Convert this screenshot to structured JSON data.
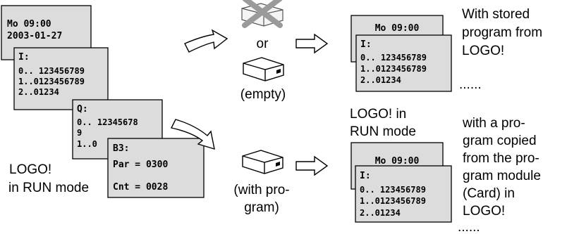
{
  "left_stack": {
    "display1": {
      "line1": "Mo 09:00",
      "line2": "2003-01-27"
    },
    "display2": {
      "line1": "I:",
      "line2": "0.. 123456789",
      "line3": "1..0123456789",
      "line4": "2..01234"
    },
    "display3": {
      "line1": "Q:",
      "line2": "0.. 12345678",
      "line3": "9",
      "line4": "1..0"
    },
    "display4": {
      "line1": "B3:",
      "line2": "Par = 0300",
      "line3": "Cnt = 0028"
    },
    "caption_line1": "LOGO!",
    "caption_line2": "in RUN mode"
  },
  "middle": {
    "or_label": "or",
    "empty_label": "(empty)",
    "with_program_line1": "(with pro-",
    "with_program_line2": "gram)"
  },
  "top_right": {
    "display_title": "Mo 09:00",
    "display_lines": {
      "line1": "I:",
      "line2": "0.. 123456789",
      "line3": "1..0123456789",
      "line4": "2..01234"
    },
    "ellipsis": "......",
    "desc": [
      "With stored",
      "program from",
      "LOGO!"
    ],
    "run_mode": [
      "LOGO! in",
      "RUN mode"
    ]
  },
  "bottom_right": {
    "display_title": "Mo 09:00",
    "display_lines": {
      "line1": "I:",
      "line2": "0.. 123456789",
      "line3": "1..0123456789",
      "line4": "2..01234"
    },
    "ellipsis": "......",
    "desc": [
      "with a pro-",
      "gram copied",
      "from the pro-",
      "gram module",
      "(Card) in",
      "LOGO!"
    ]
  },
  "colors": {
    "screen_fill": "#dcdcdc",
    "cross": "#9a9a9a"
  }
}
